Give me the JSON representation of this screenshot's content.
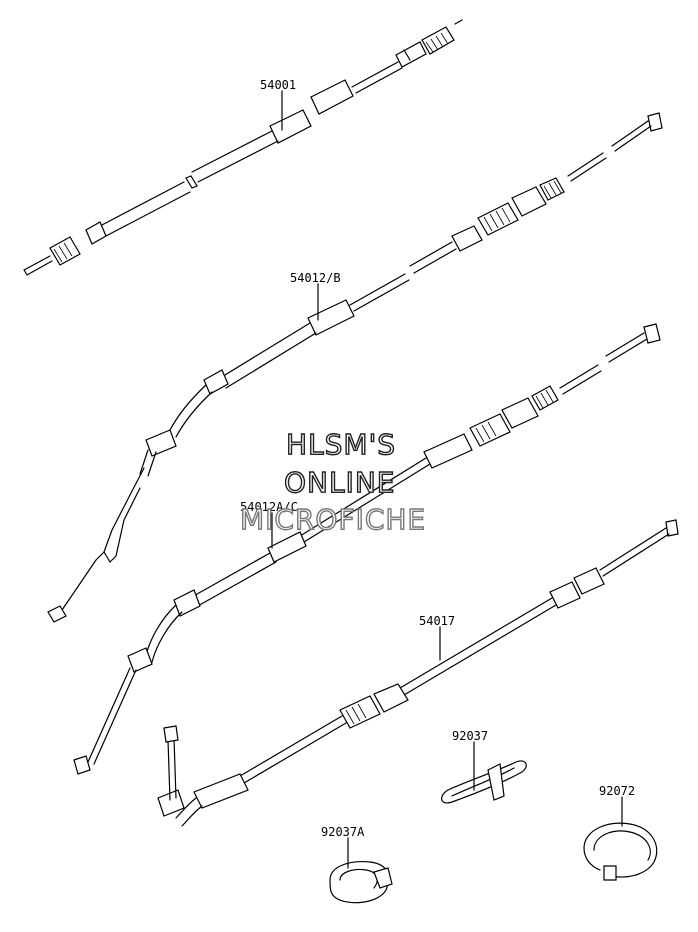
{
  "parts": [
    {
      "number": "54001"
    },
    {
      "number": "54012/B"
    },
    {
      "number": "54012A/C"
    },
    {
      "number": "54017"
    },
    {
      "number": "92037"
    },
    {
      "number": "92072"
    },
    {
      "number": "92037A"
    }
  ],
  "watermark": {
    "line1": "HLSM'S",
    "line2": "ONLINE",
    "line3": "MICROFICHE"
  }
}
